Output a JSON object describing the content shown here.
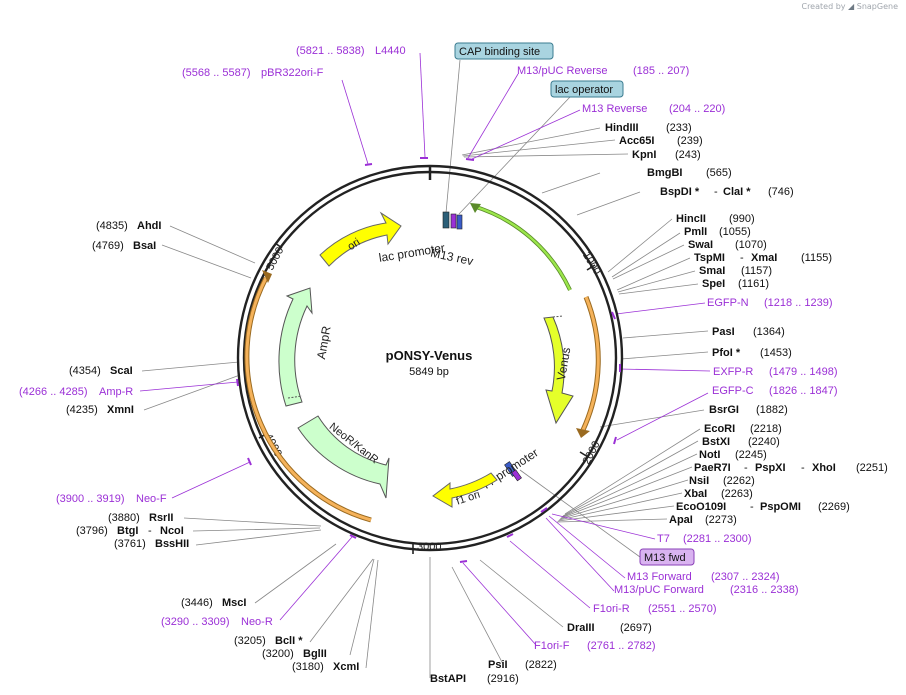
{
  "branding": {
    "prefix": "Created by",
    "name": "SnapGene"
  },
  "plasmid": {
    "name": "pONSY-Venus",
    "length": "5849 bp"
  },
  "ticks": [
    "1000",
    "2000",
    "3000",
    "4000",
    "5000"
  ],
  "features": {
    "ori": "ori",
    "lac_promoter": "lac promoter",
    "m13_rev": "M13 rev",
    "venus": "Venus",
    "t7_promoter": "T7 promoter",
    "f1_ori": "f1 ori",
    "neor_kanr": "NeoR/KanR",
    "ampr": "AmpR"
  },
  "callouts": {
    "cap_binding_site": "CAP binding site",
    "lac_operator": "lac operator",
    "m13_fwd": "M13 fwd"
  },
  "primers": [
    {
      "name": "L4440",
      "range": "(5821 .. 5838)"
    },
    {
      "name": "pBR322ori-F",
      "range": "(5568 .. 5587)"
    },
    {
      "name": "M13/pUC Reverse",
      "range": "(185 .. 207)"
    },
    {
      "name": "M13 Reverse",
      "range": "(204 .. 220)"
    },
    {
      "name": "EGFP-N",
      "range": "(1218 .. 1239)"
    },
    {
      "name": "EXFP-R",
      "range": "(1479 .. 1498)"
    },
    {
      "name": "EGFP-C",
      "range": "(1826 .. 1847)"
    },
    {
      "name": "T7",
      "range": "(2281 .. 2300)"
    },
    {
      "name": "M13 Forward",
      "range": "(2307 .. 2324)"
    },
    {
      "name": "M13/pUC Forward",
      "range": "(2316 .. 2338)"
    },
    {
      "name": "F1ori-R",
      "range": "(2551 .. 2570)"
    },
    {
      "name": "F1ori-F",
      "range": "(2761 .. 2782)"
    },
    {
      "name": "Neo-R",
      "range": "(3290 .. 3309)"
    },
    {
      "name": "Neo-F",
      "range": "(3900 .. 3919)"
    },
    {
      "name": "Amp-R",
      "range": "(4266 .. 4285)"
    }
  ],
  "sites": {
    "hindiii": {
      "name": "HindIII",
      "pos": "(233)"
    },
    "acc65i": {
      "name": "Acc65I",
      "pos": "(239)"
    },
    "kpni": {
      "name": "KpnI",
      "pos": "(243)"
    },
    "bmgbi": {
      "name": "BmgBI",
      "pos": "(565)"
    },
    "bspdi": {
      "name": "BspDI *",
      "sep": "-",
      "name2": "ClaI *",
      "pos": "(746)"
    },
    "hincii": {
      "name": "HincII",
      "pos": "(990)"
    },
    "pmli": {
      "name": "PmlI",
      "pos": "(1055)"
    },
    "swai": {
      "name": "SwaI",
      "pos": "(1070)"
    },
    "tspmi": {
      "name": "TspMI",
      "sep": "-",
      "name2": "XmaI",
      "pos": "(1155)"
    },
    "smai": {
      "name": "SmaI",
      "pos": "(1157)"
    },
    "spei": {
      "name": "SpeI",
      "pos": "(1161)"
    },
    "pasi": {
      "name": "PasI",
      "pos": "(1364)"
    },
    "pfoi": {
      "name": "PfoI *",
      "pos": "(1453)"
    },
    "bsrgi": {
      "name": "BsrGI",
      "pos": "(1882)"
    },
    "ecori": {
      "name": "EcoRI",
      "pos": "(2218)"
    },
    "bstxi": {
      "name": "BstXI",
      "pos": "(2240)"
    },
    "noti": {
      "name": "NotI",
      "pos": "(2245)"
    },
    "paer7i": {
      "name": "PaeR7I",
      "sep": "-",
      "name2": "PspXI",
      "sep2": "-",
      "name3": "XhoI",
      "pos": "(2251)"
    },
    "nsii": {
      "name": "NsiI",
      "pos": "(2262)"
    },
    "xbai": {
      "name": "XbaI",
      "pos": "(2263)"
    },
    "ecoo109i": {
      "name": "EcoO109I",
      "sep": "-",
      "name2": "PspOMI",
      "pos": "(2269)"
    },
    "apai": {
      "name": "ApaI",
      "pos": "(2273)"
    },
    "draiii": {
      "name": "DraIII",
      "pos": "(2697)"
    },
    "psii": {
      "name": "PsiI",
      "pos": "(2822)"
    },
    "bstapi": {
      "name": "BstAPI",
      "pos": "(2916)"
    },
    "xcmi": {
      "name": "XcmI",
      "pos": "(3180)"
    },
    "bglii": {
      "name": "BglII",
      "pos": "(3200)"
    },
    "bcli": {
      "name": "BclI *",
      "pos": "(3205)"
    },
    "msci": {
      "name": "MscI",
      "pos": "(3446)"
    },
    "bsshii": {
      "name": "BssHII",
      "pos": "(3761)"
    },
    "btgi": {
      "name": "BtgI",
      "sep": "-",
      "name2": "NcoI",
      "pos": "(3796)"
    },
    "rsrii": {
      "name": "RsrII",
      "pos": "(3880)"
    },
    "xmni": {
      "name": "XmnI",
      "pos": "(4235)"
    },
    "scai": {
      "name": "ScaI",
      "pos": "(4354)"
    },
    "bsai": {
      "name": "BsaI",
      "pos": "(4769)"
    },
    "ahdi": {
      "name": "AhdI",
      "pos": "(4835)"
    }
  },
  "colors": {
    "backbone": "#222222",
    "primer": "#9b30d6",
    "ori_fill": "#ffff00",
    "venus_fill": "#e5ff2a",
    "green_arc": "#9be64b",
    "orange_arc": "#f5b25a",
    "cds_fill": "#ccffcc",
    "callout_blue": "#a9d4e0",
    "callout_purple": "#d9b3f0"
  }
}
